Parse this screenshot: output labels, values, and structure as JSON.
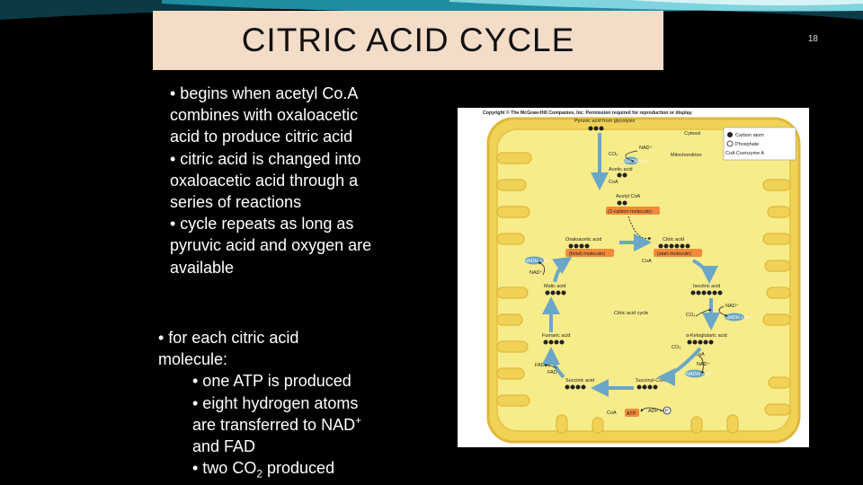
{
  "slide": {
    "title": "CITRIC ACID CYCLE",
    "page_number": "18"
  },
  "text_block_1": {
    "lines": [
      "• begins when acetyl Co.A",
      "combines with oxaloacetic",
      "acid to produce citric acid",
      "• citric acid is changed into",
      "oxaloacetic acid through a",
      "series of reactions",
      "• cycle repeats as long as",
      "pyruvic acid and oxygen are",
      "available"
    ]
  },
  "text_block_2": {
    "line1": "• for each citric acid",
    "line2": "molecule:",
    "line3": "• one ATP is produced",
    "line4": "• eight hydrogen atoms",
    "line5_a": "are transferred to NAD",
    "line5_sup": "+",
    "line6": "and FAD",
    "line7_a": "• two CO",
    "line7_sub": "2",
    "line7_b": " produced"
  },
  "figure": {
    "copyright": "Copyright © The McGraw-Hill Companies, Inc. Permission required for reproduction or display.",
    "labels": {
      "pyruvic": "Pyruvic acid from glycolysis",
      "cytosol": "Cytosol",
      "mitochondrion": "Mitochondrion",
      "nad_plus_top": "NAD⁺",
      "nadh_top": "NADH + H⁺",
      "co2_top": "CO₂",
      "acetic": "Acetic acid",
      "coa_top": "CoA",
      "acetyl_coa": "Acetyl CoA",
      "two_carbon": "(2-carbon molecule)",
      "oxaloacetic": "Oxaloacetic acid",
      "finish": "(finish molecule)",
      "citric": "Citric acid",
      "start": "(start molecule)",
      "coa_mid": "CoA",
      "nadh_left": "NADH + H⁺",
      "nad_left": "NAD⁺",
      "malic": "Malic acid",
      "isocitric": "Isocitric acid",
      "cycle": "Citric acid cycle",
      "nad_right": "NAD⁺",
      "co2_right": "CO₂",
      "nadh_right": "NADH + H⁺",
      "fumaric": "Fumaric acid",
      "ketoglutaric": "α-Ketoglutaric acid",
      "co2_right2": "CO₂",
      "coa_right": "CoA",
      "fadh2": "FADH₂",
      "nad_right2": "NAD⁺",
      "fad": "FAD",
      "nadh_right2": "NADH + H⁺",
      "succinic": "Succinic acid",
      "succinyl": "Succinyl-CoA",
      "coa_bottom": "CoA",
      "atp": "ATP",
      "adp": "ADP +",
      "pi": "P"
    },
    "legend": {
      "carbon": "Carbon atom",
      "phosphate": "Phosphate",
      "coenzyme": "CoA Coenzyme A"
    }
  }
}
